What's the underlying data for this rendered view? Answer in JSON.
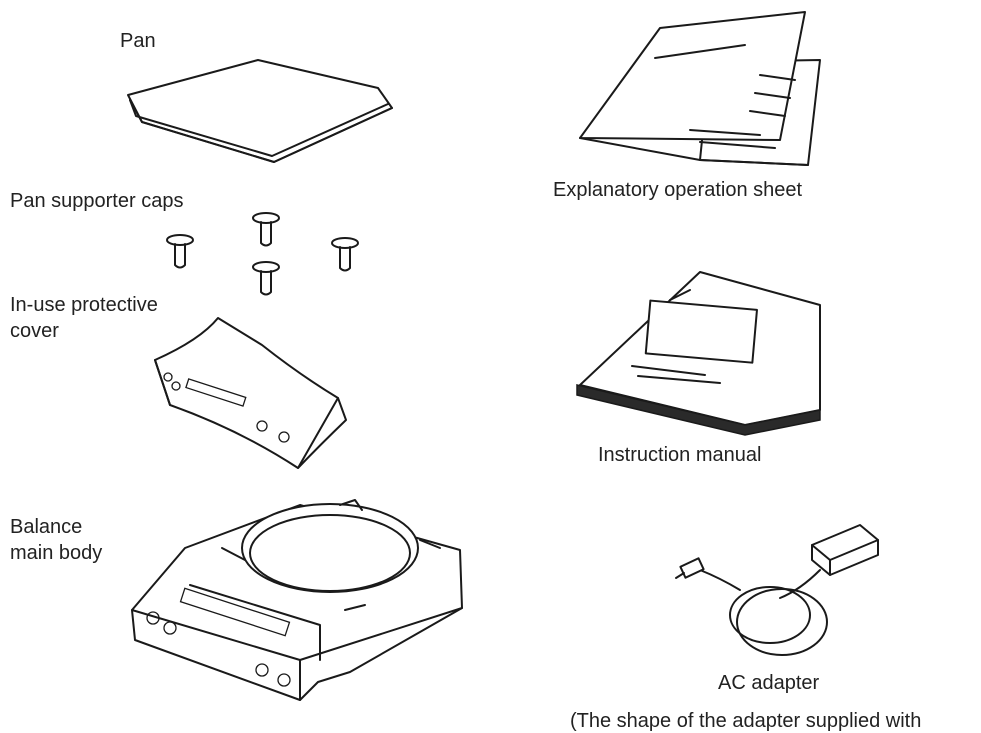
{
  "labels": {
    "pan": "Pan",
    "pan_supporter_caps": "Pan supporter caps",
    "protective_cover_line1": "In-use protective",
    "protective_cover_line2": "cover",
    "balance_line1": "Balance",
    "balance_line2": "main body",
    "explanatory_sheet": "Explanatory operation sheet",
    "instruction_manual": "Instruction manual",
    "ac_adapter": "AC adapter",
    "adapter_note": "(The shape of the adapter supplied with"
  },
  "icons": [
    "pan-icon",
    "cap-icon",
    "protective-cover-icon",
    "balance-icon",
    "operation-sheet-icon",
    "instruction-manual-icon",
    "ac-adapter-icon"
  ]
}
